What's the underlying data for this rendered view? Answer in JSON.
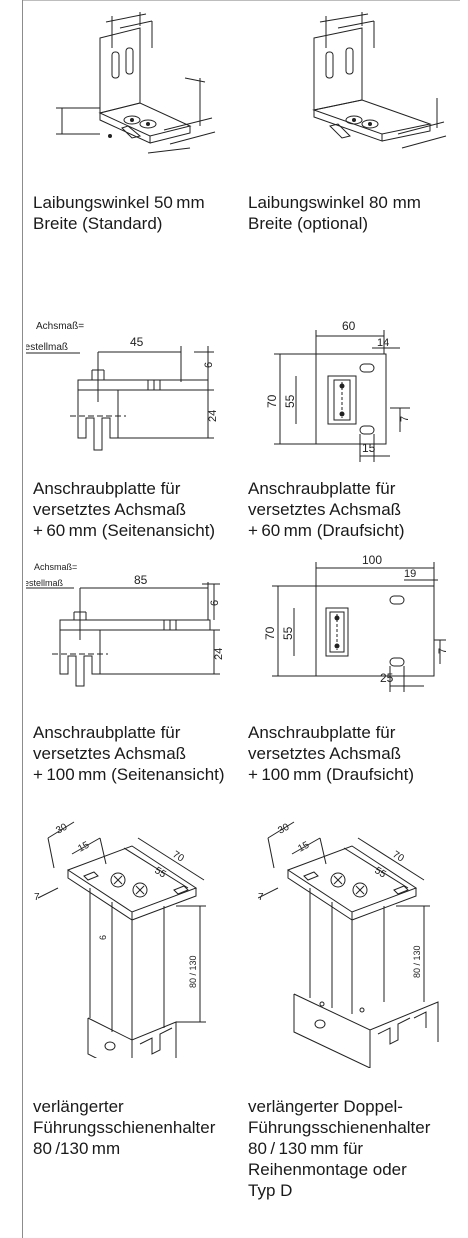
{
  "captions": [
    {
      "lines": [
        "Laibungswinkel 50 mm",
        "Breite (Standard)"
      ]
    },
    {
      "lines": [
        "Laibungswinkel 80 mm",
        "Breite (optional)"
      ]
    },
    {
      "lines": [
        "Anschraubplatte für",
        "versetztes Achsmaß",
        "+ 60 mm (Seitenansicht)"
      ]
    },
    {
      "lines": [
        "Anschraubplatte für",
        "versetztes Achsmaß",
        "+ 60 mm (Draufsicht)"
      ]
    },
    {
      "lines": [
        "Anschraubplatte für",
        "versetztes Achsmaß",
        "+ 100 mm (Seitenansicht)"
      ]
    },
    {
      "lines": [
        "Anschraubplatte für",
        "versetztes Achsmaß",
        "+ 100 mm (Draufsicht)"
      ]
    },
    {
      "lines": [
        "verlängerter",
        "Führungsschienenhalter",
        "80 /130 mm"
      ]
    },
    {
      "lines": [
        "verlängerter Doppel-",
        "Führungsschienenhalter",
        "80 / 130 mm für",
        "Reihenmontage oder",
        "Typ D"
      ]
    }
  ],
  "drawings": {
    "side60": {
      "label_top": "Achsmaß=",
      "label_bottom": "Bestellmaß",
      "dim_length": "45",
      "dim_thickness": "6",
      "dim_height": "24"
    },
    "top60": {
      "dim_width": "60",
      "dim_slot": "14",
      "dim_height": "70",
      "dim_inner": "55",
      "dim_small": "7",
      "dim_bottom": "15"
    },
    "side100": {
      "label_top": "Achsmaß=",
      "label_bottom": "Bestellmaß",
      "dim_length": "85",
      "dim_thickness": "6",
      "dim_height": "24"
    },
    "top100": {
      "dim_width": "100",
      "dim_slot": "19",
      "dim_height": "70",
      "dim_inner": "55",
      "dim_small": "7",
      "dim_bottom": "25"
    },
    "holder1": {
      "dim_30": "30",
      "dim_15": "15",
      "dim_70": "70",
      "dim_55": "55",
      "dim_7": "7",
      "dim_6": "6",
      "dim_len": "80 / 130"
    },
    "holder2": {
      "dim_30": "30",
      "dim_15": "15",
      "dim_70": "70",
      "dim_55": "55",
      "dim_7": "7",
      "dim_len": "80 / 130"
    }
  }
}
